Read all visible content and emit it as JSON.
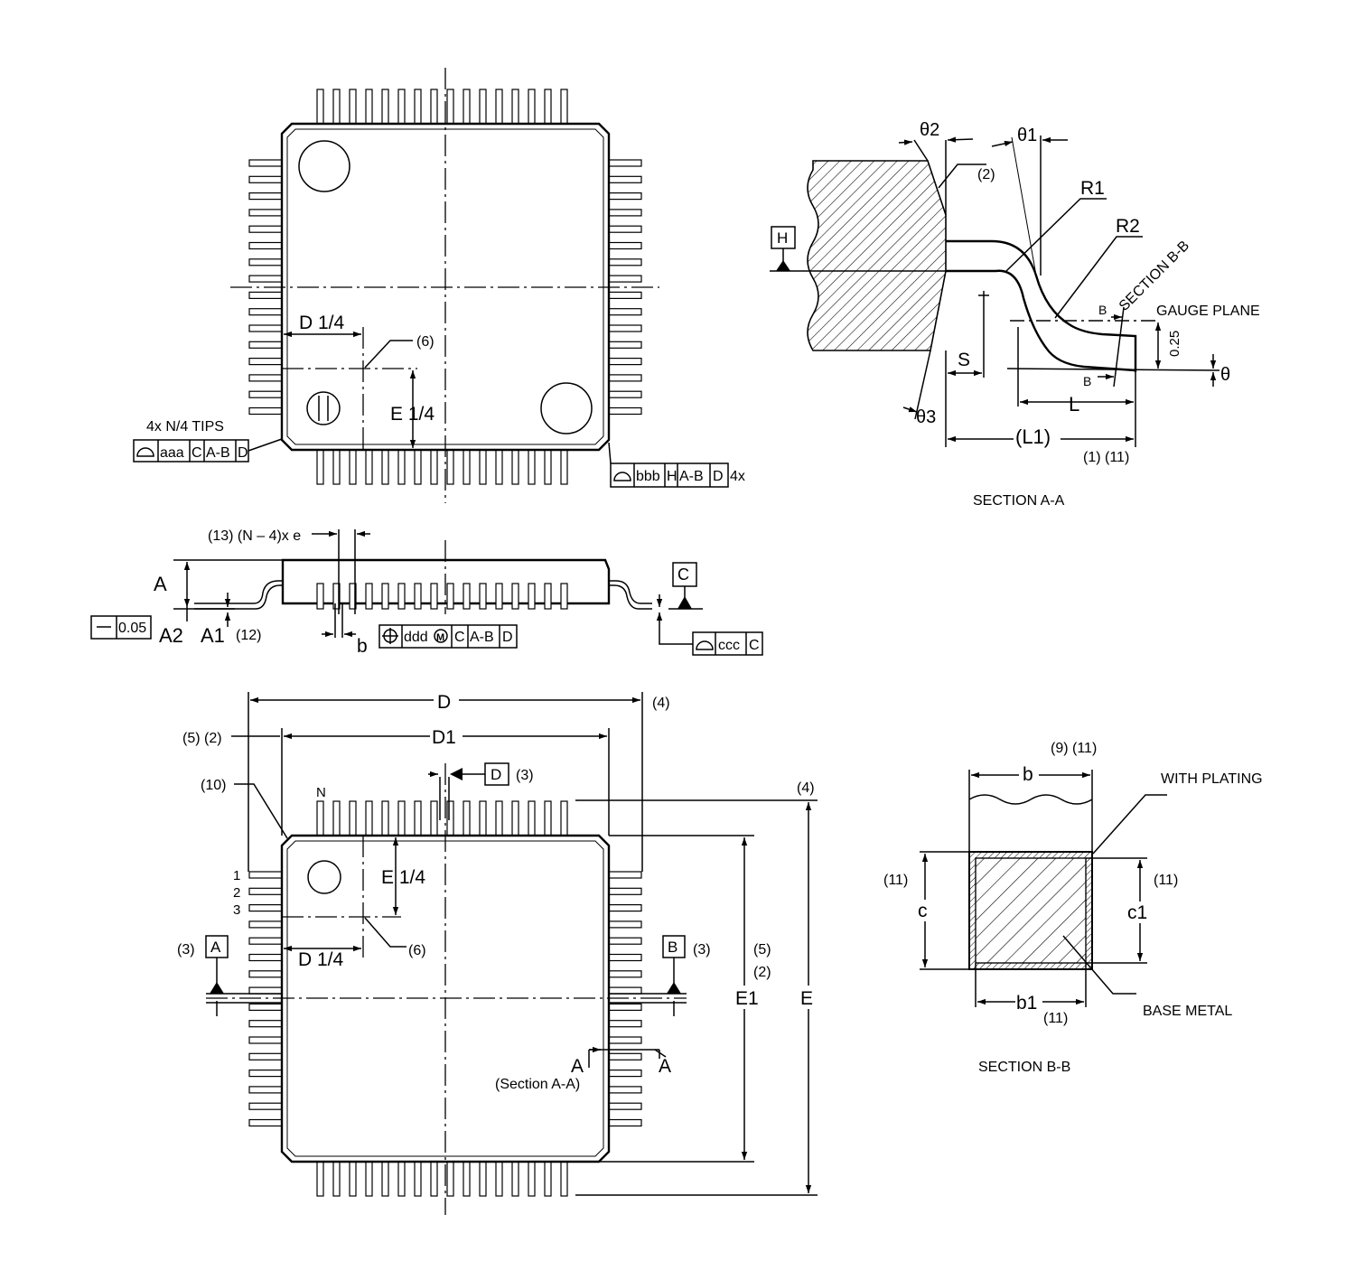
{
  "colors": {
    "line": "#000000",
    "background": "#ffffff"
  },
  "top_view": {
    "d_quarter": "D 1/4",
    "e_quarter": "E 1/4",
    "note_6": "(6)",
    "tips_label": "4x N/4 TIPS",
    "fcf_left": [
      "aaa",
      "C",
      "A-B",
      "D"
    ],
    "fcf_right": [
      "bbb",
      "H",
      "A-B",
      "D"
    ],
    "fcf_right_suffix": "4x"
  },
  "side_view": {
    "pitch_label": "(13) (N – 4)x e",
    "A": "A",
    "A2": "A2",
    "A1": "A1",
    "note_12": "(12)",
    "b": "b",
    "flatness": "0.05",
    "datum_C": "C",
    "fcf_pos": [
      "ddd",
      "C",
      "A-B",
      "D"
    ],
    "fcf_ccc": [
      "ccc",
      "C"
    ]
  },
  "section_aa": {
    "theta2": "θ2",
    "theta1": "θ1",
    "theta3": "θ3",
    "theta": "θ",
    "note_2": "(2)",
    "R1": "R1",
    "R2": "R2",
    "datum_H": "H",
    "section_bb": "SECTION B-B",
    "gauge_plane": "GAUGE PLANE",
    "dim_025": "0.25",
    "B": "B",
    "S": "S",
    "L": "L",
    "L1": "(L1)",
    "notes_1_11": "(1) (11)",
    "title": "SECTION A-A"
  },
  "bottom_view": {
    "D": "D",
    "D1": "D1",
    "note_4": "(4)",
    "note_5_2": "(5) (2)",
    "note_10": "(10)",
    "N": "N",
    "datum_D": "D",
    "note_3": "(3)",
    "pin_numbers": [
      "1",
      "2",
      "3"
    ],
    "datum_A": "A",
    "datum_B": "B",
    "e_quarter": "E 1/4",
    "d_quarter": "D 1/4",
    "note_6": "(6)",
    "note_5": "(5)",
    "note_2": "(2)",
    "E1": "E1",
    "E": "E",
    "section_arrow": "A",
    "section_ref": "(Section A-A)"
  },
  "section_bb_view": {
    "notes_9_11": "(9) (11)",
    "b": "b",
    "with_plating": "WITH PLATING",
    "note_11": "(11)",
    "c": "c",
    "c1": "c1",
    "b1": "b1",
    "base_metal": "BASE METAL",
    "title": "SECTION B-B"
  }
}
